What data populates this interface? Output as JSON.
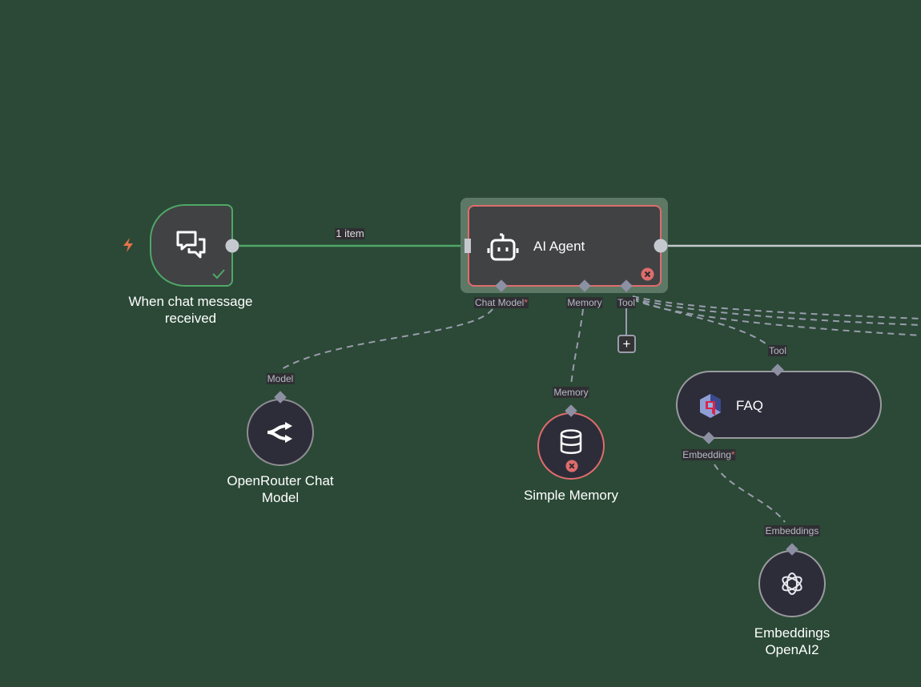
{
  "canvas": {
    "background": "#2b4936"
  },
  "colors": {
    "success": "#4fa767",
    "error": "#e06c6c",
    "port": "#8d8fa3",
    "trigger": "#e5734a"
  },
  "nodes": {
    "trigger": {
      "title_line1": "When chat message",
      "title_line2": "received",
      "icon": "chat-bubbles-icon",
      "status": "success"
    },
    "agent": {
      "title": "AI Agent",
      "icon": "robot-icon",
      "status": "error",
      "ports": {
        "chat_model": "Chat Model",
        "memory": "Memory",
        "tool": "Tool"
      },
      "required_mark": "*"
    },
    "openrouter": {
      "title_line1": "OpenRouter Chat",
      "title_line2": "Model",
      "port": "Model",
      "icon": "openrouter-icon"
    },
    "memory": {
      "title": "Simple Memory",
      "port": "Memory",
      "icon": "database-icon",
      "status": "error"
    },
    "faq": {
      "title": "FAQ",
      "port_top": "Tool",
      "port_bottom": "Embedding",
      "required_mark": "*",
      "icon": "qdrant-icon"
    },
    "embeddings": {
      "title_line1": "Embeddings",
      "title_line2": "OpenAI2",
      "port": "Embeddings",
      "icon": "openai-icon"
    }
  },
  "edges": {
    "main_label": "1 item"
  },
  "add_tool_button": "+"
}
